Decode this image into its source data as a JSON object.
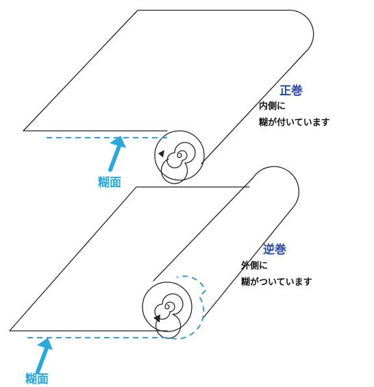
{
  "colors": {
    "outline": "#222222",
    "glue_line": "#3a9ad9",
    "glue_arrow": "#29a8e0",
    "title_text": "#2b4aa8",
    "desc_text": "#111111"
  },
  "top_roll": {
    "title": "正巻",
    "desc_line1": "内側に",
    "desc_line2": "糊が付いています",
    "glue_label": "糊面"
  },
  "bottom_roll": {
    "title": "逆巻",
    "desc_line1": "外側に",
    "desc_line2": "糊がついています",
    "glue_label": "糊面"
  }
}
